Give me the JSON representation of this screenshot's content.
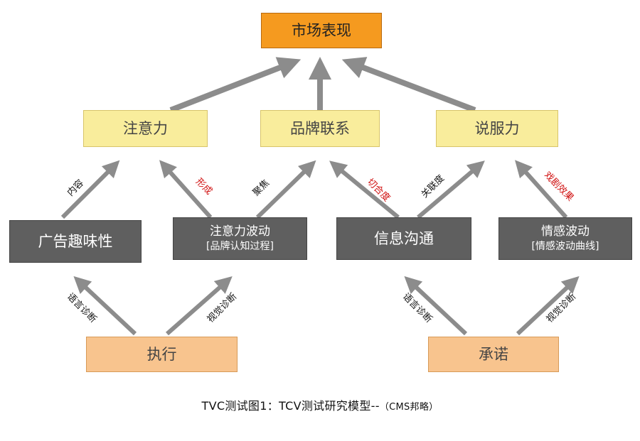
{
  "nodes": {
    "market": "市场表现",
    "attention": "注意力",
    "brand_link": "品牌联系",
    "persuasion": "说服力",
    "ad_interest": "广告趣味性",
    "attention_wave": {
      "line1": "注意力波动",
      "line2": "[品牌认知过程]"
    },
    "info_comm": "信息沟通",
    "emotion_wave": {
      "line1": "情感波动",
      "line2": "[情感波动曲线]"
    },
    "execution": "执行",
    "promise": "承诺"
  },
  "edge_labels": {
    "content": "内容",
    "form": "形成",
    "focus": "聚焦",
    "fit": "切合度",
    "relevance": "关联度",
    "drama": "戏剧效果",
    "lang_diag_left": "语言诊断",
    "visual_diag_left": "视觉诊断",
    "lang_diag_right": "语言诊断",
    "visual_diag_right": "视觉诊断"
  },
  "caption": {
    "main": "TVC测试图1：TCV测试研究模型--",
    "tail": "（CMS邦略）"
  },
  "colors": {
    "top": "#f59a1f",
    "middle": "#f9ed9c",
    "dark": "#5f5f5f",
    "bottom": "#f8c48e",
    "arrow": "#8c8c8c",
    "red_label": "#d01010"
  }
}
